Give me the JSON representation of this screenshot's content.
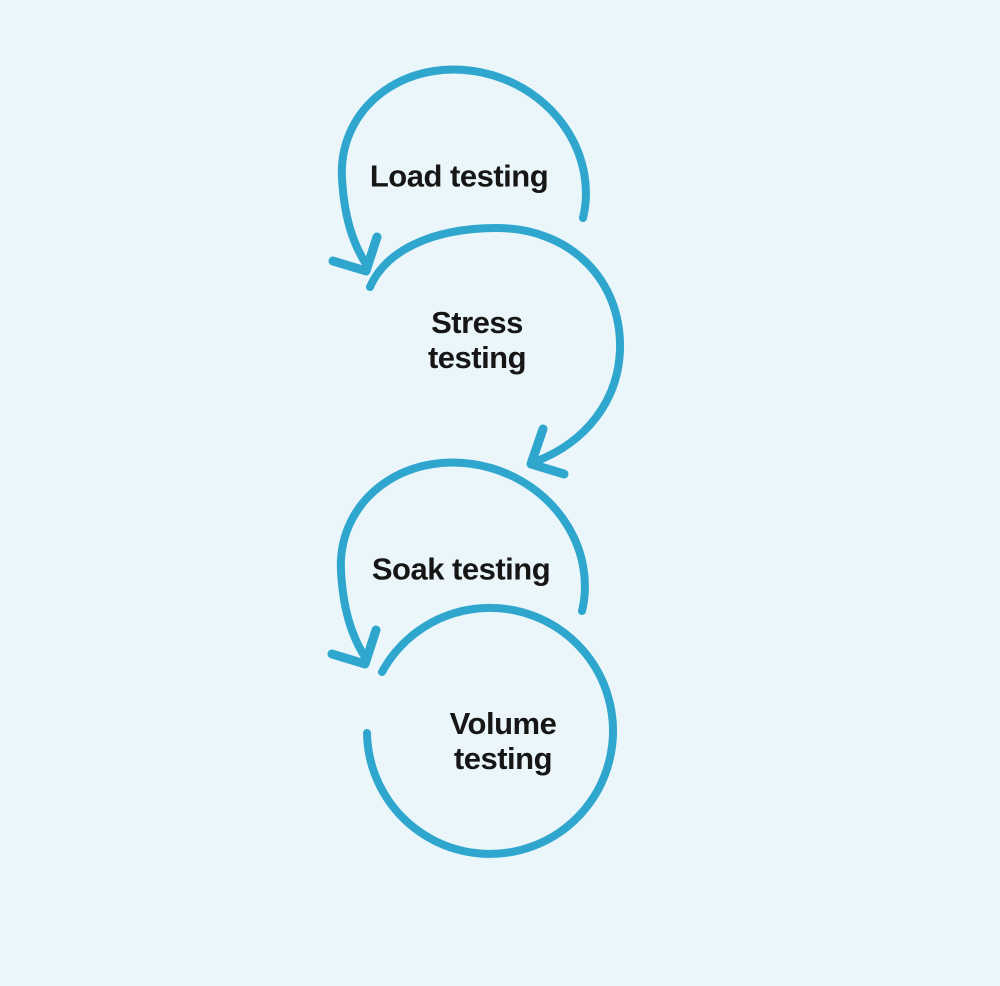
{
  "diagram": {
    "background_color": "#EAF6FA",
    "accent_color": "#2EA6CE",
    "text_color": "#161616",
    "steps": [
      {
        "id": "load-testing",
        "label": "Load testing",
        "lines": [
          "Load testing"
        ]
      },
      {
        "id": "stress-testing",
        "label": "Stress testing",
        "lines": [
          "Stress",
          "testing"
        ]
      },
      {
        "id": "soak-testing",
        "label": "Soak testing",
        "lines": [
          "Soak testing"
        ]
      },
      {
        "id": "volume-testing",
        "label": "Volume testing",
        "lines": [
          "Volume",
          "testing"
        ]
      }
    ]
  }
}
